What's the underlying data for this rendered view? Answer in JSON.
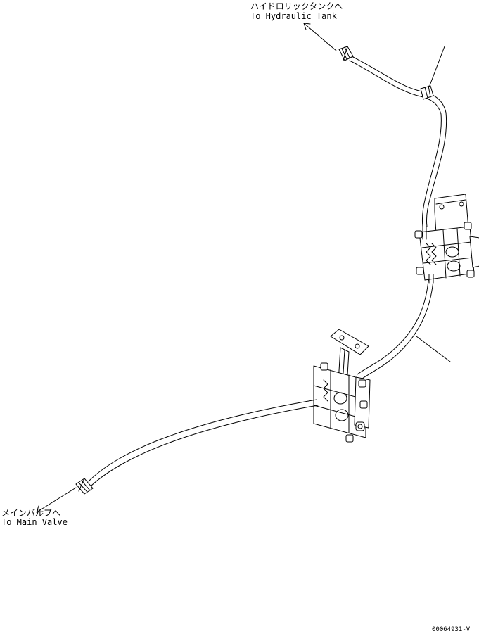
{
  "labels": {
    "tank_jp": "ハイドロリックタンクへ",
    "tank_en": "To Hydraulic Tank",
    "valve_jp": "メインバルブへ",
    "valve_en": "To Main Valve",
    "drawing_code": "00064931-V"
  },
  "colors": {
    "line": "#000000",
    "background": "#ffffff"
  }
}
